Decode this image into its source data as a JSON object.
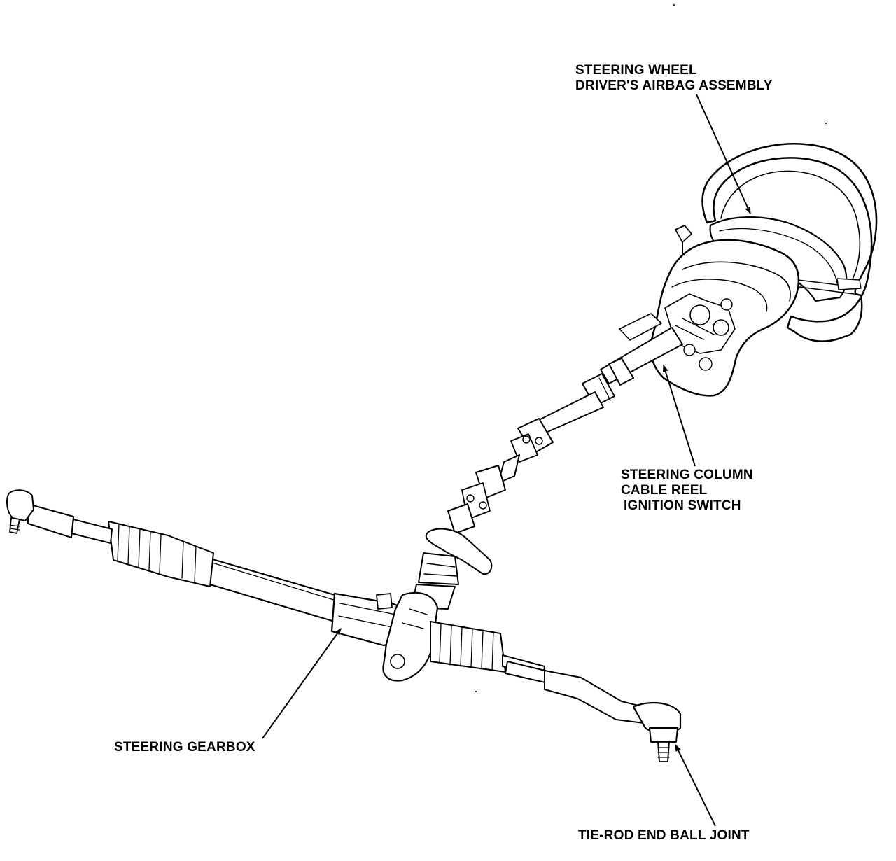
{
  "labels": {
    "steering_wheel": [
      "STEERING WHEEL",
      "DRIVER'S AIRBAG ASSEMBLY"
    ],
    "steering_column": [
      "STEERING COLUMN",
      "CABLE REEL",
      "IGNITION SWITCH"
    ],
    "steering_gearbox": "STEERING GEARBOX",
    "tie_rod_end": "TIE-ROD END BALL JOINT"
  },
  "colors": {
    "line": "#000000",
    "background": "#ffffff"
  }
}
